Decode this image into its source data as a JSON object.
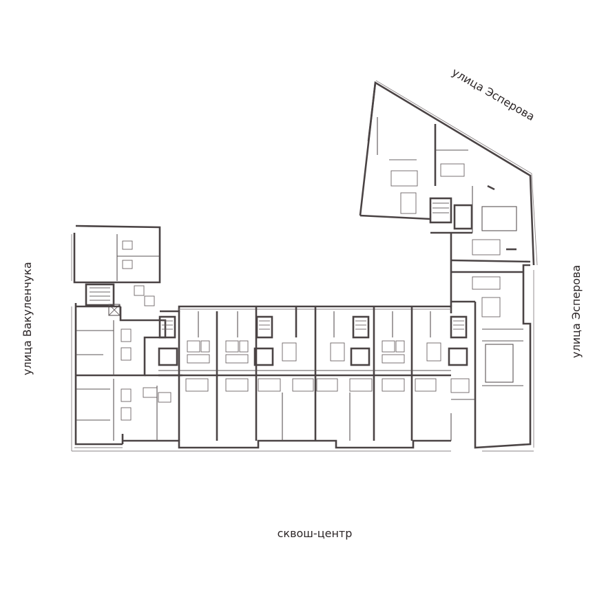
{
  "labels": {
    "street_top": "улица Эсперова",
    "street_right": "улица Эсперова",
    "street_left": "улица Вакуленчука",
    "bottom": "сквош-центр"
  },
  "colors": {
    "wall": "#4a4344",
    "background": "#ffffff",
    "text": "#2b2526"
  }
}
